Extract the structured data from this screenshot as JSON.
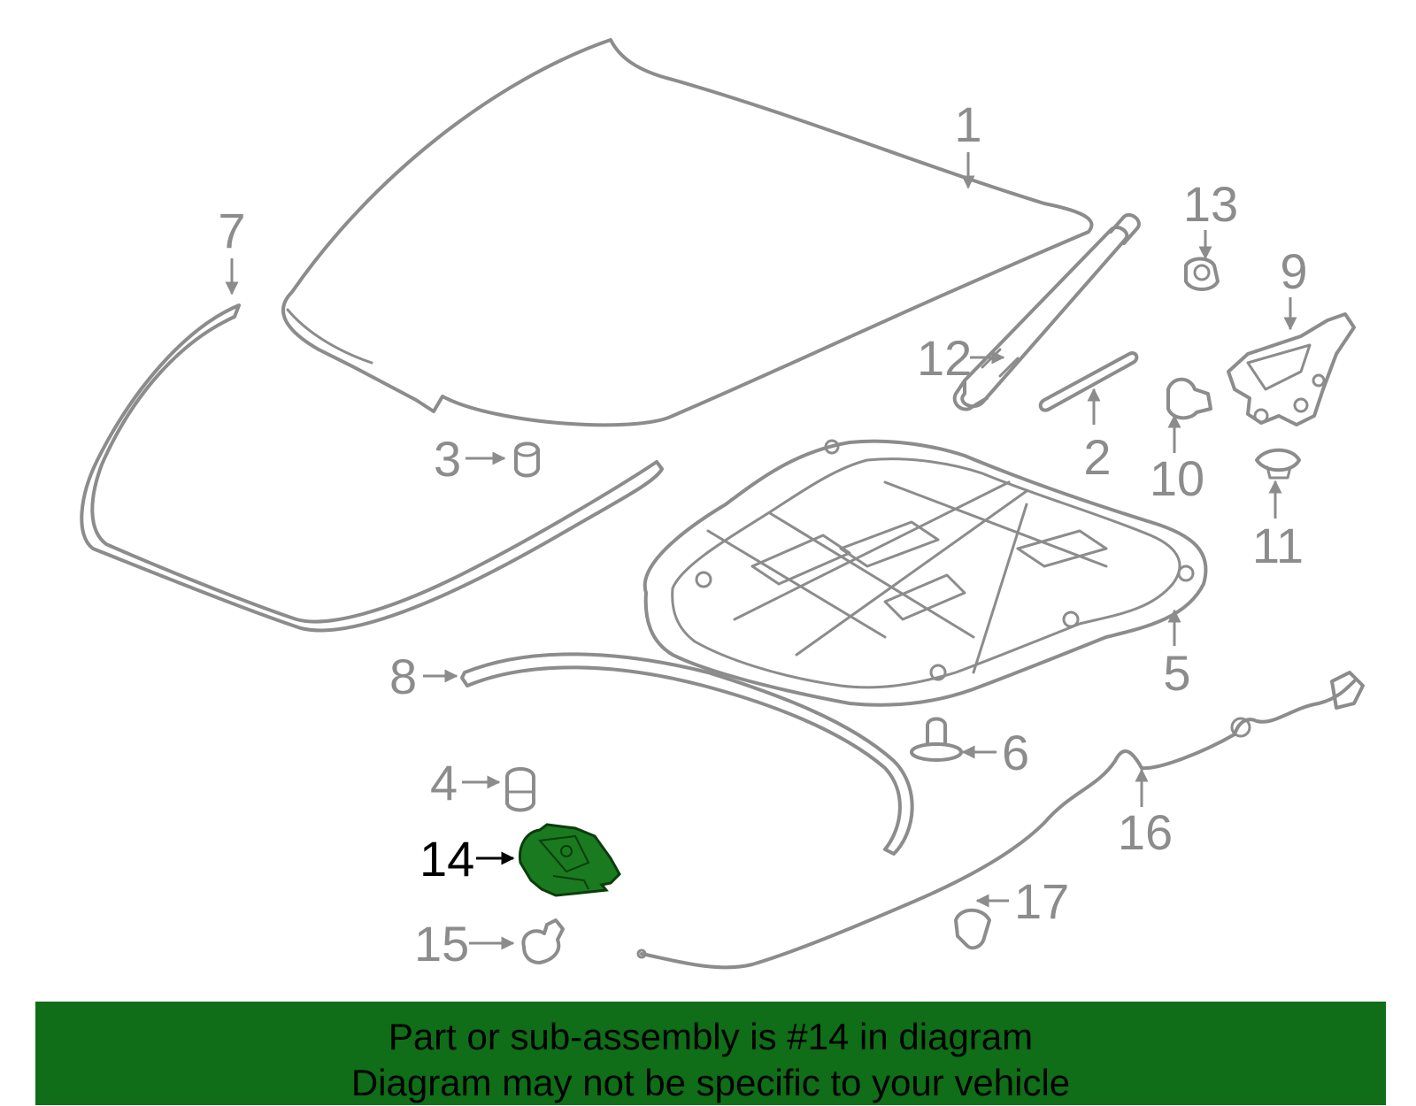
{
  "diagram": {
    "highlight_color": "#1a7a1f",
    "line_color": "#8c8c8c",
    "callouts": {
      "c1": "1",
      "c2": "2",
      "c3": "3",
      "c4": "4",
      "c5": "5",
      "c6": "6",
      "c7": "7",
      "c8": "8",
      "c9": "9",
      "c10": "10",
      "c11": "11",
      "c12": "12",
      "c13": "13",
      "c14": "14",
      "c15": "15",
      "c16": "16",
      "c17": "17"
    },
    "highlighted_part": "14"
  },
  "footer": {
    "line1": "Part or sub-assembly is #14 in diagram",
    "line2": "Diagram may not be specific to your vehicle",
    "background": "#0f6e17"
  }
}
